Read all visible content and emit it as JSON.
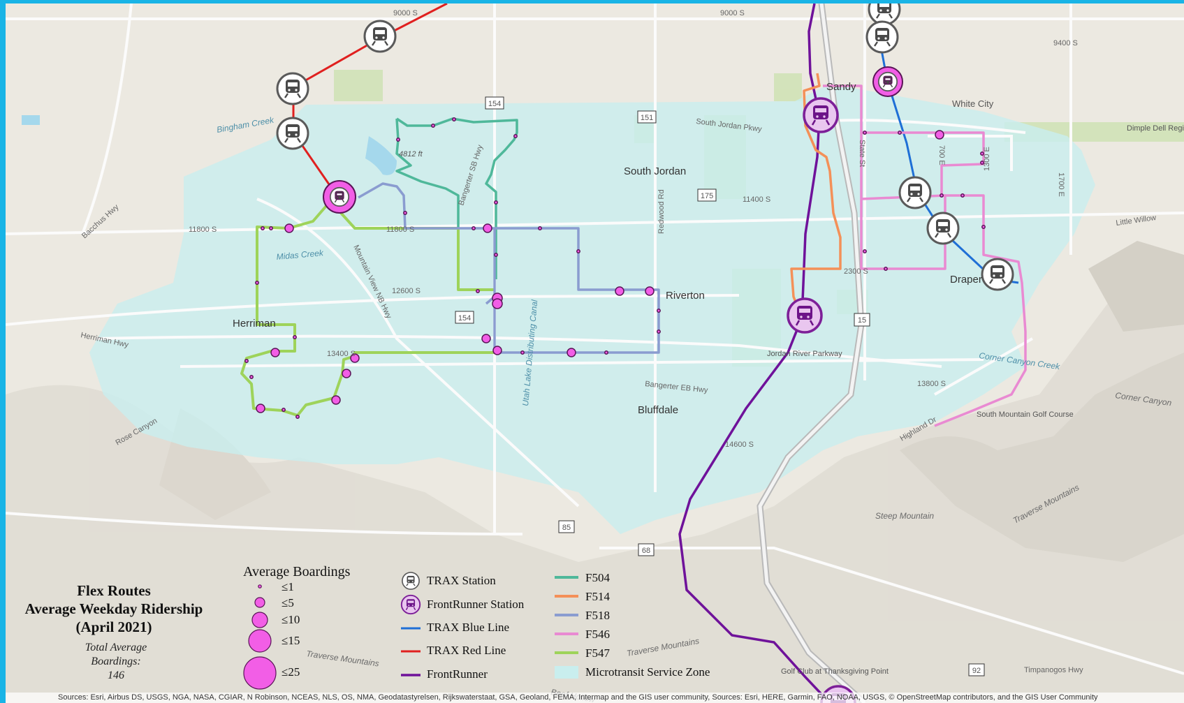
{
  "legend": {
    "title_lines": [
      "Flex Routes",
      "Average Weekday Ridership",
      "(April 2021)"
    ],
    "total_lines": [
      "Total Average",
      "Boardings:",
      "146"
    ],
    "boardings_heading": "Average Boardings",
    "boardings_classes": [
      "≤1",
      "≤5",
      "≤10",
      "≤15",
      "≤25"
    ],
    "symbols": [
      {
        "label": "TRAX Station",
        "kind": "trax-station"
      },
      {
        "label": "FrontRunner Station",
        "kind": "frontrunner-station"
      },
      {
        "label": "TRAX Blue Line",
        "kind": "line",
        "color": "#1f6fd6"
      },
      {
        "label": "TRAX Red Line",
        "kind": "line",
        "color": "#e0201f"
      },
      {
        "label": "FrontRunner",
        "kind": "line",
        "color": "#6f129a"
      }
    ],
    "routes": [
      {
        "label": "F504",
        "color": "#4fb89a"
      },
      {
        "label": "F514",
        "color": "#f49058"
      },
      {
        "label": "F518",
        "color": "#8a9cd0"
      },
      {
        "label": "F546",
        "color": "#e98ad2"
      },
      {
        "label": "F547",
        "color": "#9ed35a"
      },
      {
        "label": "Microtransit Service Zone",
        "color": "#c9eeee"
      }
    ]
  },
  "map_labels": {
    "cities": [
      "South Jordan",
      "Riverton",
      "Herriman",
      "Bluffdale",
      "Sandy",
      "White City",
      "Draper"
    ],
    "roads": [
      "9000 S",
      "9000 S",
      "9400 S",
      "11800 S",
      "11800 S",
      "12600 S",
      "13400 S",
      "11400 S",
      "2300 S",
      "13800 S",
      "14600 S",
      "South Jordan Pkwy",
      "Bangerter SB Hwy",
      "Mountain View NB Hwy",
      "Herriman Hwy",
      "Bangerter EB Hwy",
      "Redwood Rd",
      "Bacchus Hwy",
      "Rose Canyon",
      "State St",
      "700 E",
      "1300 E",
      "1700 E",
      "Highland Dr",
      "Timpanogos Hwy",
      "Little Willow",
      "Corner Canyon",
      "Traverse Mountains",
      "Traverse Mountains",
      "Traverse Mountains",
      "Beef Hollow",
      "Utah Lake Distributing Canal"
    ],
    "water": [
      "Bingham Creek",
      "Midas Creek",
      "Corner Canyon Creek"
    ],
    "places": [
      "4812 ft",
      "Jordan River Parkway",
      "South Mountain Golf Course",
      "Dimple Dell Regional P",
      "Steep Mountain",
      "Golf Club at Thanksgiving Point"
    ],
    "shields": [
      "154",
      "151",
      "154",
      "175",
      "15",
      "85",
      "68",
      "92"
    ]
  },
  "colors": {
    "zone": "#c9eeee",
    "trax_red": "#e0201f",
    "trax_blue": "#1f6fd6",
    "frontrunner": "#6f129a",
    "stop_fill": "#f25ee6"
  },
  "credits": "Sources: Esri, Airbus DS, USGS, NGA, NASA, CGIAR, N Robinson, NCEAS, NLS, OS, NMA, Geodatastyrelsen, Rijkswaterstaat, GSA, Geoland, FEMA, Intermap and the GIS user community, Sources: Esri, HERE, Garmin, FAO, NOAA, USGS, © OpenStreetMap contributors, and the GIS User Community"
}
